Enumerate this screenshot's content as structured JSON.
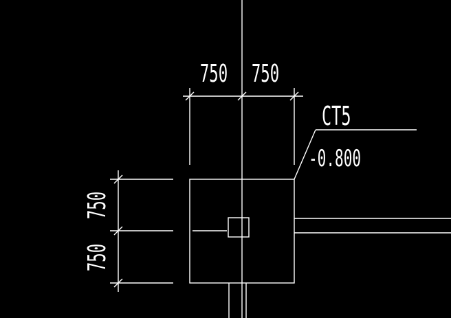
{
  "drawing": {
    "background": "#000000",
    "line_color": "#ffffff",
    "dimensions": {
      "top_left": "750",
      "top_right": "750",
      "left_upper": "750",
      "left_lower": "750"
    },
    "label": {
      "name": "CT5",
      "elevation": "-0.800"
    }
  }
}
